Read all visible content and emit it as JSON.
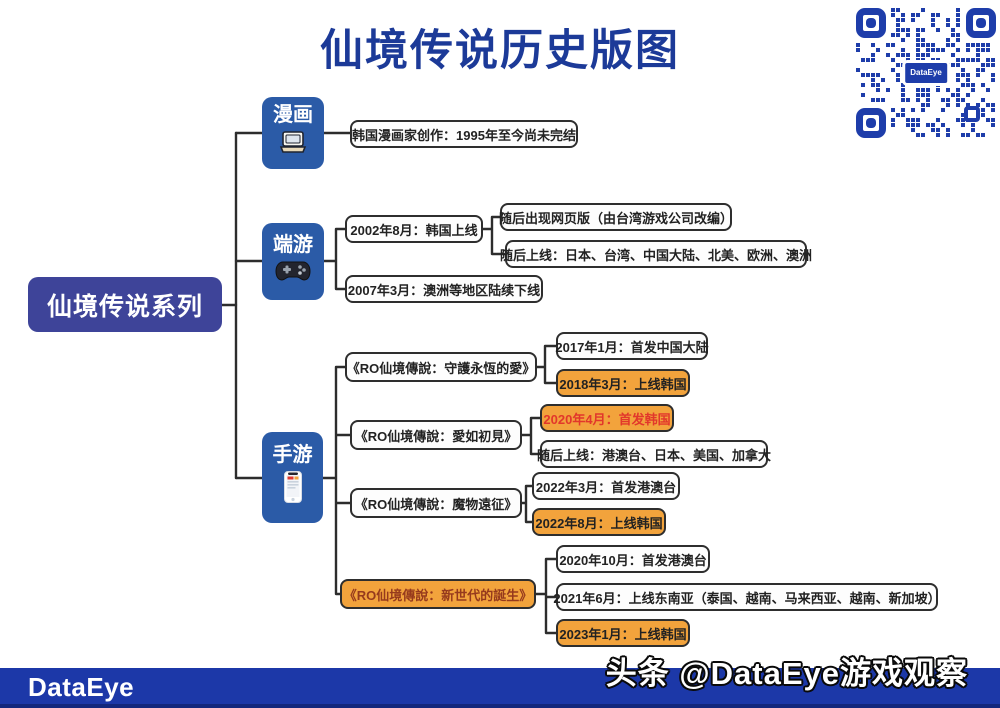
{
  "title": "仙境传说历史版图",
  "qr_label": "DataEye",
  "map": {
    "root": "仙境传说系列",
    "comic": {
      "label": "漫画",
      "icon": "book-icon",
      "note": "韩国漫画家创作：1995年至今尚未完结"
    },
    "pc": {
      "label": "端游",
      "icon": "gamepad-icon",
      "launch": "2002年8月：韩国上线",
      "web_version": "随后出现网页版（由台湾游戏公司改编）",
      "expansion": "随后上线：日本、台湾、中国大陆、北美、欧洲、澳洲",
      "shutdown": "2007年3月：澳洲等地区陆续下线"
    },
    "mobile": {
      "label": "手游",
      "icon": "phone-icon",
      "games": [
        {
          "title": "《RO仙境傳說：守護永恆的愛》",
          "events": [
            "2017年1月：首发中国大陆",
            "2018年3月：上线韩国"
          ]
        },
        {
          "title": "《RO仙境傳說：愛如初見》",
          "events": [
            "2020年4月：首发韩国",
            "随后上线：港澳台、日本、美国、加拿大"
          ]
        },
        {
          "title": "《RO仙境傳說：魔物遠征》",
          "events": [
            "2022年3月：首发港澳台",
            "2022年8月：上线韩国"
          ]
        },
        {
          "title": "《RO仙境傳說：新世代的誕生》",
          "events": [
            "2020年10月：首发港澳台",
            "2021年6月：上线东南亚（泰国、越南、马来西亚、越南、新加坡）",
            "2023年1月：上线韩国"
          ]
        }
      ]
    }
  },
  "footer": {
    "logo": "DataEye",
    "watermark": "头条 @DataEye游戏观察"
  },
  "colors": {
    "title_blue": "#1c3a98",
    "root_indigo": "#3e4499",
    "branch_blue": "#2b5ba7",
    "highlight_orange": "#f2a33c",
    "highlight_red_text": "#e2372b",
    "highlight_maroon_text": "#963a1d",
    "outline_dark": "#2e2e2e",
    "footer_blue": "#1c38a8",
    "qr_blue": "#1e3daa"
  }
}
